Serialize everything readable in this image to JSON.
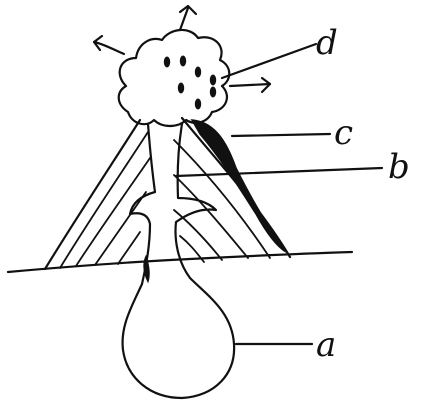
{
  "labels": {
    "a": "a",
    "b": "b",
    "c": "c",
    "d": "d"
  },
  "colors": {
    "ink": "#111111",
    "background": "#ffffff"
  }
}
